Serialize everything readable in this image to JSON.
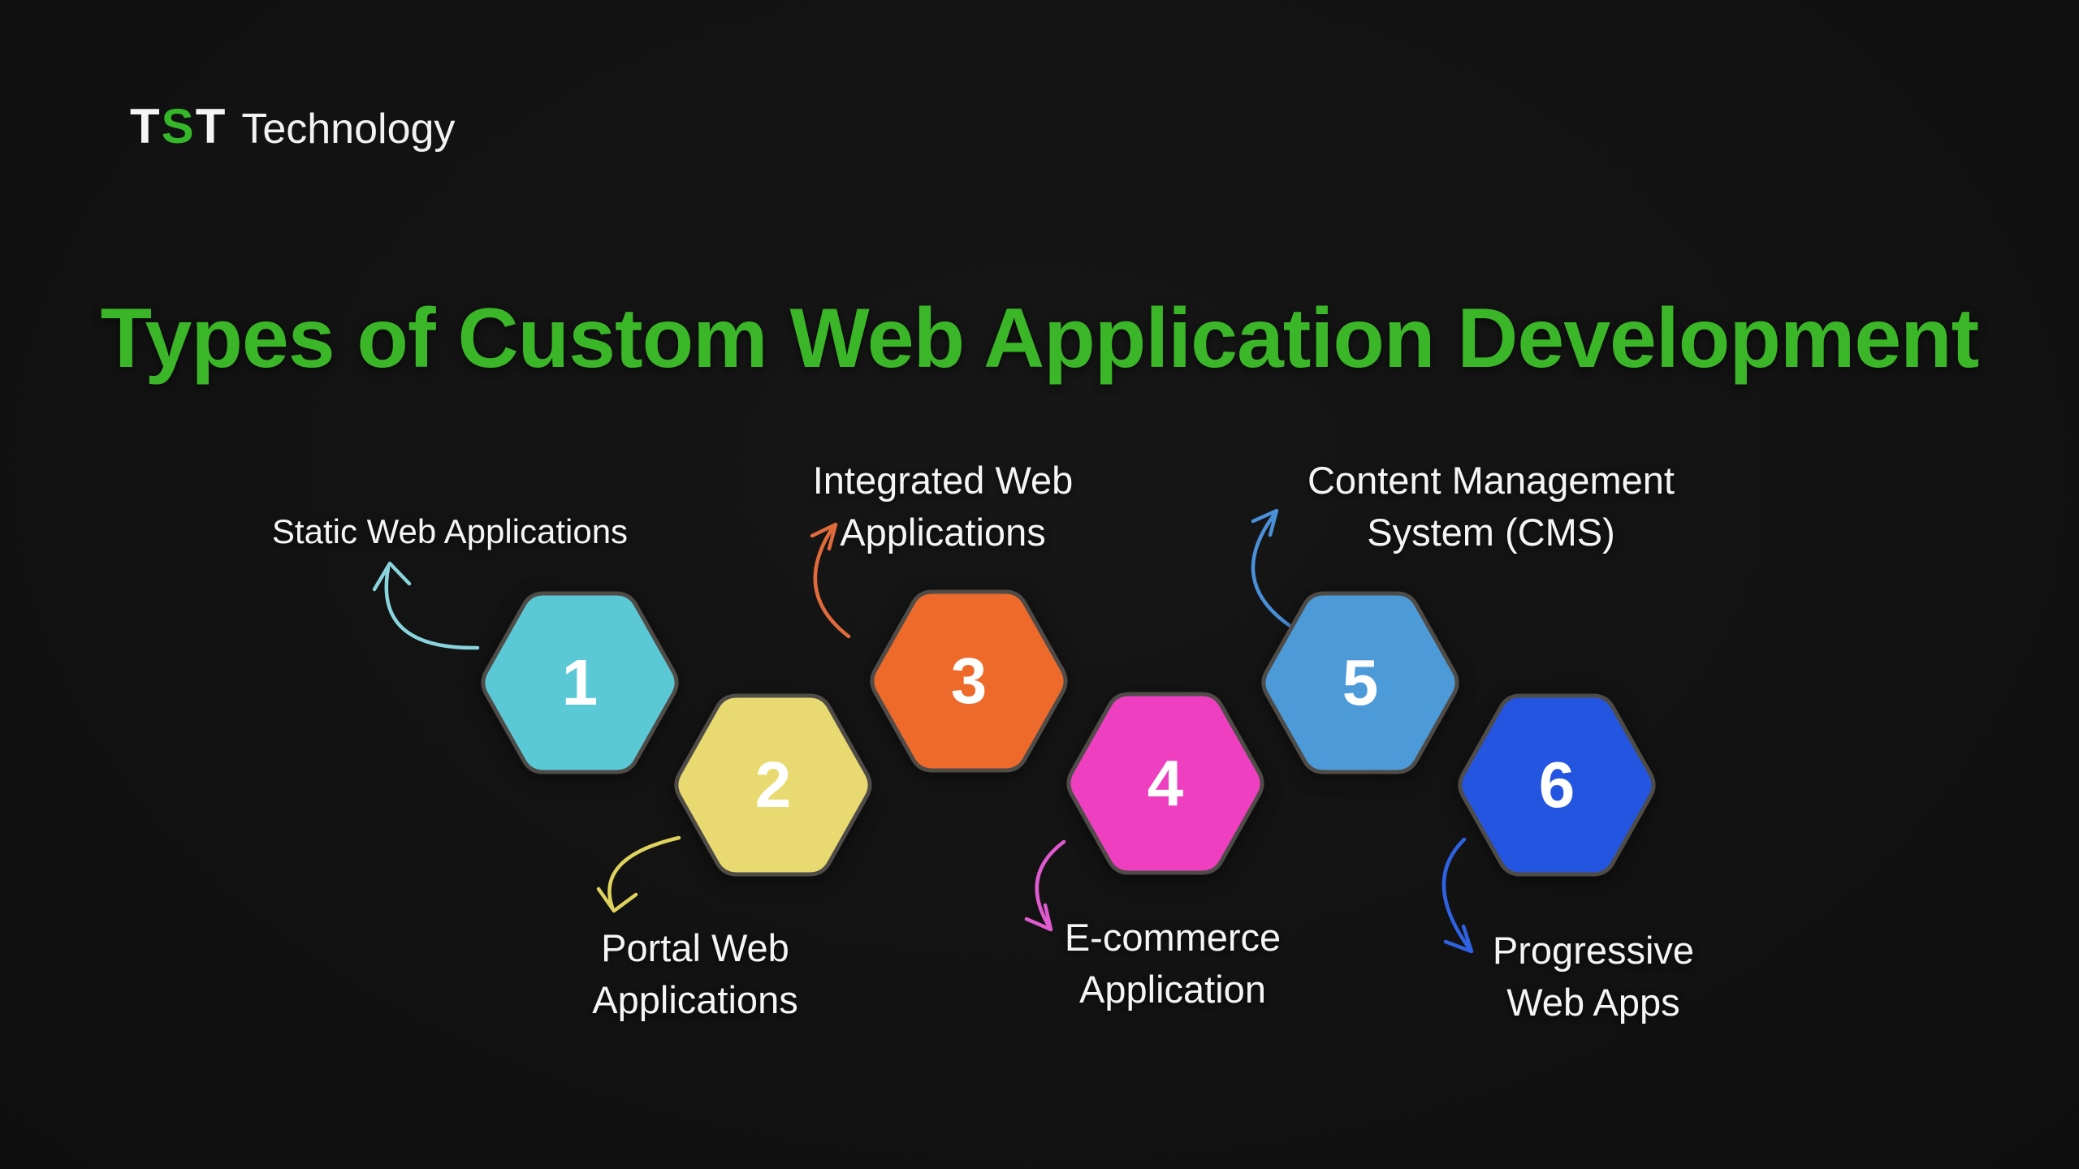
{
  "logo": {
    "t1": "T",
    "s": "S",
    "t2": "T",
    "name": "Technology"
  },
  "title": "Types of Custom Web Application Development",
  "colors": {
    "background": "#121212",
    "title_green": "#3cb629",
    "logo_green": "#35b729",
    "label_text": "#f5f5f5",
    "hexagon_border": "#4f4c48"
  },
  "items": [
    {
      "number": "1",
      "label": "Static Web Applications",
      "color": "#5bc8d6",
      "arrow": "#8ad4dd"
    },
    {
      "number": "2",
      "label": "Portal Web Applications",
      "color": "#e8da70",
      "arrow": "#ddd35e"
    },
    {
      "number": "3",
      "label": "Integrated Web Applications",
      "color": "#ed6a2b",
      "arrow": "#df6a3c"
    },
    {
      "number": "4",
      "label": "E-commerce Application",
      "color": "#ee3fc0",
      "arrow": "#e05ad0"
    },
    {
      "number": "5",
      "label": "Content Management System (CMS)",
      "color": "#4d9ad8",
      "arrow": "#4a90d9"
    },
    {
      "number": "6",
      "label": "Progressive Web Apps",
      "color": "#2455e0",
      "arrow": "#2f62e3"
    }
  ]
}
